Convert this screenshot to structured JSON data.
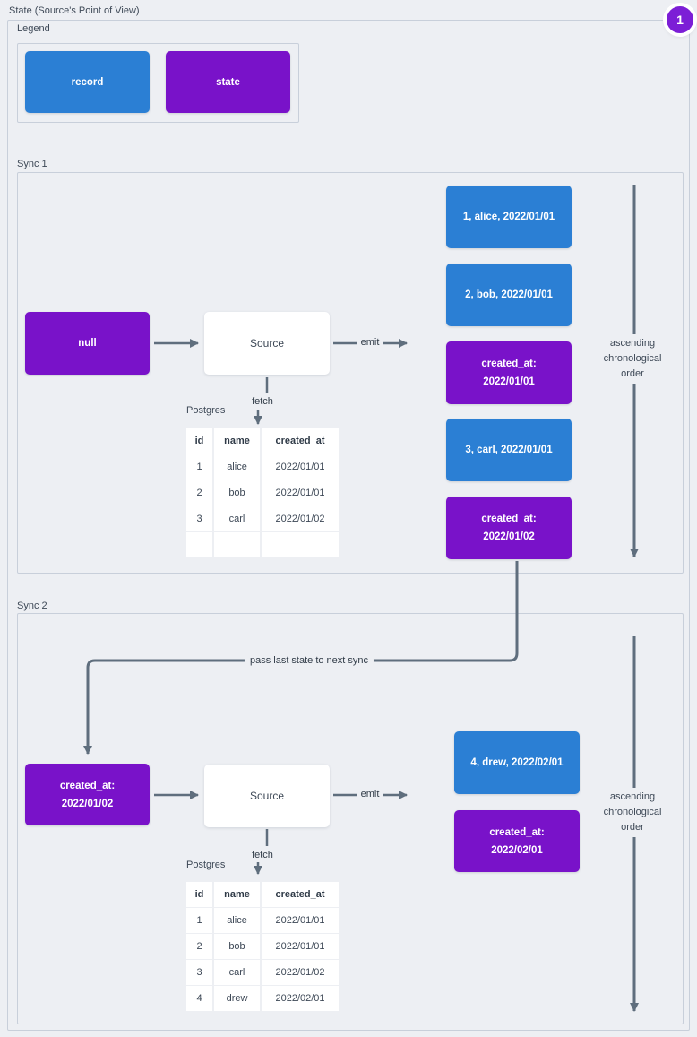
{
  "page": {
    "title": "State (Source's Point of View)",
    "badge": "1"
  },
  "colors": {
    "bg": "#edeff3",
    "record": "#2b7fd4",
    "state": "#7912c9",
    "badge": "#7c1ed6",
    "arrow": "#5f6e7d",
    "border": "#c8cfda",
    "text": "#3d4856"
  },
  "legend": {
    "label": "Legend",
    "record_label": "record",
    "state_label": "state"
  },
  "sync1": {
    "label": "Sync 1",
    "input_state": "null",
    "source_label": "Source",
    "emit_label": "emit",
    "fetch_label": "fetch",
    "db_label": "Postgres",
    "table": {
      "headers": [
        "id",
        "name",
        "created_at"
      ],
      "rows": [
        [
          "1",
          "alice",
          "2022/01/01"
        ],
        [
          "2",
          "bob",
          "2022/01/01"
        ],
        [
          "3",
          "carl",
          "2022/01/02"
        ],
        [
          "",
          "",
          ""
        ]
      ]
    },
    "records": [
      {
        "kind": "record",
        "line1": "1, alice, 2022/01/01",
        "line2": ""
      },
      {
        "kind": "record",
        "line1": "2, bob, 2022/01/01",
        "line2": ""
      },
      {
        "kind": "state",
        "line1": "created_at:",
        "line2": "2022/01/01"
      },
      {
        "kind": "record",
        "line1": "3, carl, 2022/01/01",
        "line2": ""
      },
      {
        "kind": "state",
        "line1": "created_at:",
        "line2": "2022/01/02"
      }
    ],
    "ascending": {
      "l1": "ascending",
      "l2": "chronological",
      "l3": "order"
    }
  },
  "connector": {
    "label": "pass last state to next sync"
  },
  "sync2": {
    "label": "Sync 2",
    "input_state_line1": "created_at:",
    "input_state_line2": "2022/01/02",
    "source_label": "Source",
    "emit_label": "emit",
    "fetch_label": "fetch",
    "db_label": "Postgres",
    "table": {
      "headers": [
        "id",
        "name",
        "created_at"
      ],
      "rows": [
        [
          "1",
          "alice",
          "2022/01/01"
        ],
        [
          "2",
          "bob",
          "2022/01/01"
        ],
        [
          "3",
          "carl",
          "2022/01/02"
        ],
        [
          "4",
          "drew",
          "2022/02/01"
        ]
      ]
    },
    "records": [
      {
        "kind": "record",
        "line1": "4, drew, 2022/02/01",
        "line2": ""
      },
      {
        "kind": "state",
        "line1": "created_at:",
        "line2": "2022/02/01"
      }
    ],
    "ascending": {
      "l1": "ascending",
      "l2": "chronological",
      "l3": "order"
    }
  }
}
